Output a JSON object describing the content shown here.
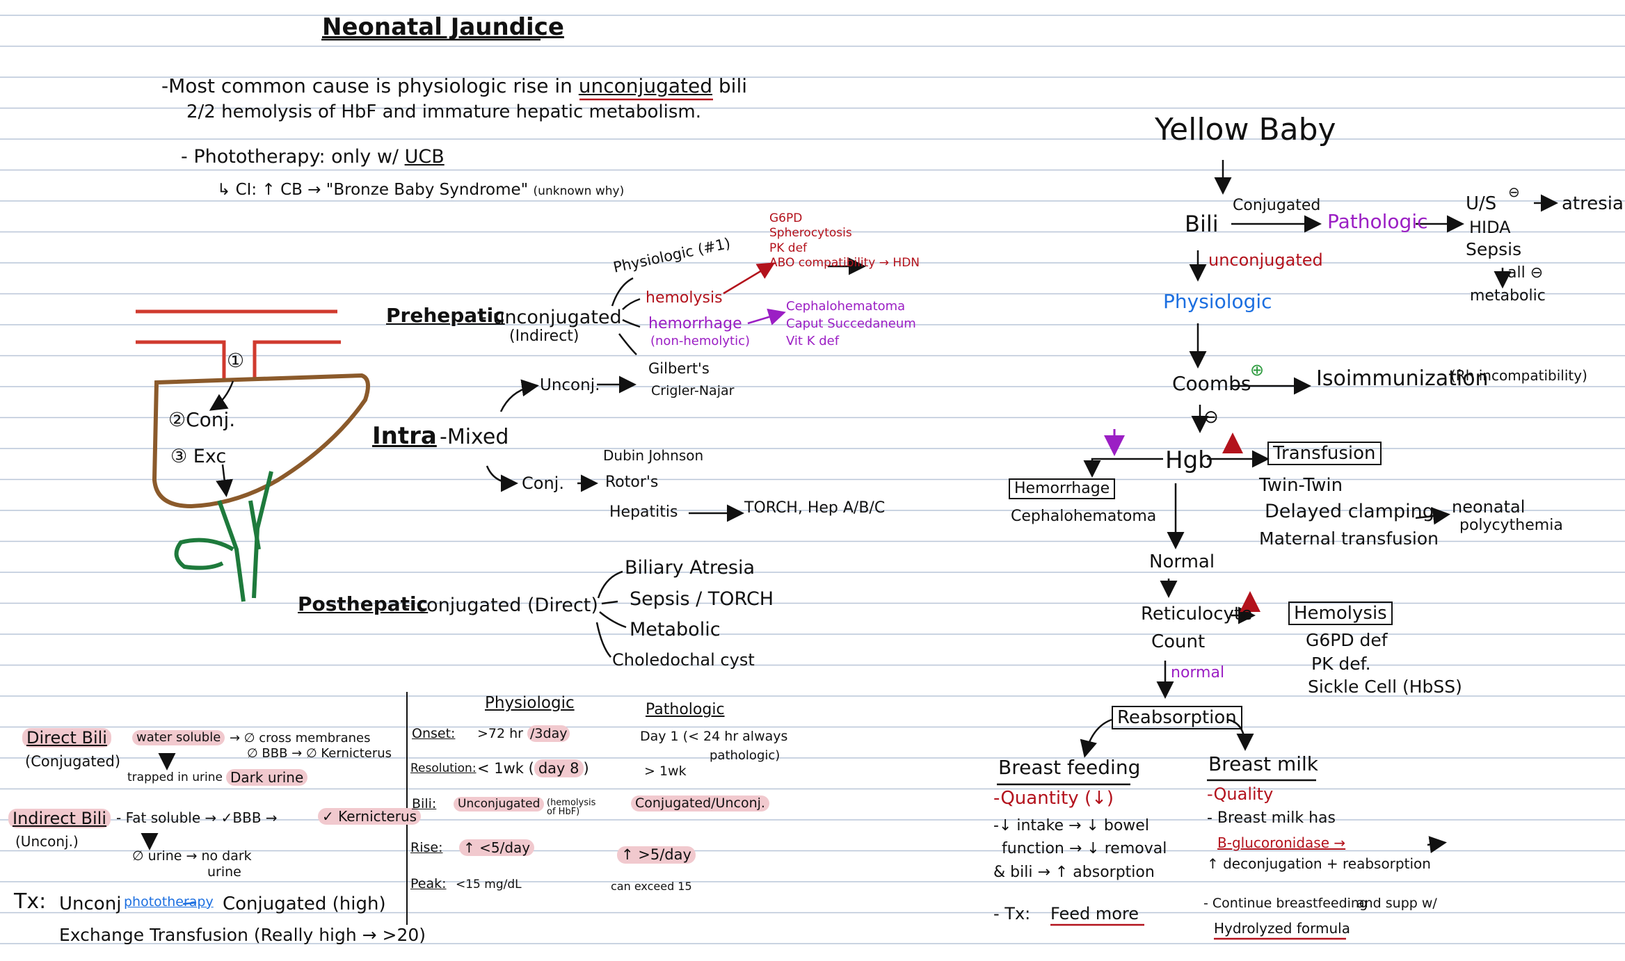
{
  "title": "Neonatal Jaundice",
  "intro": {
    "line1_pre": "-Most common cause is physiologic rise in ",
    "line1_u": "unconjugated",
    "line1_post": " bili",
    "line2": "2/2 hemolysis of HbF and immature hepatic metabolism.",
    "photo_pre": "- Phototherapy: only w/ ",
    "photo_u": "UCB",
    "ci": "↳ CI: ↑ CB → \"Bronze Baby Syndrome\"",
    "ci_note": "(unknown why)"
  },
  "liver": {
    "step1": "①",
    "step2": "②Conj.",
    "step3": "③ Exc"
  },
  "prehepatic": {
    "label": "Prehepatic",
    "dash": "- unconjugated",
    "indirect": "(Indirect)",
    "physiologic": "Physiologic (#1)",
    "hemolysis": "hemolysis",
    "hemolysis_causes": [
      "G6PD",
      "Spherocytosis",
      "PK def",
      "ABO compatibility → HDN"
    ],
    "hemorrhage": "hemorrhage",
    "non_hemolytic": "(non-hemolytic)",
    "hemorrhage_causes": [
      "Cephalohematoma",
      "Caput Succedaneum",
      "Vit K def"
    ],
    "gilbert": "Gilbert's",
    "crigler": "Crigler-Najar"
  },
  "intrahepatic": {
    "label": "Intra",
    "mixed": "-Mixed",
    "unconj": "Unconj.",
    "conj": "Conj.",
    "dubin": "Dubin Johnson",
    "rotor": "Rotor's",
    "hepatitis": "Hepatitis",
    "torch": "TORCH, Hep A/B/C"
  },
  "posthepatic": {
    "label": "Posthepatic",
    "dash": "- conjugated (Direct)",
    "causes": [
      "Biliary Atresia",
      "Sepsis / TORCH",
      "Metabolic",
      "Choledochal cyst"
    ]
  },
  "bili_types": {
    "direct": "Direct Bili",
    "direct_sub": "(Conjugated)",
    "water_soluble": "water soluble",
    "cross": "→ ∅ cross membranes",
    "bbb": "∅ BBB → ∅ Kernicterus",
    "trapped": "trapped in urine →",
    "dark_urine": "Dark urine",
    "indirect": "Indirect Bili",
    "indirect_sub": "(Unconj.)",
    "fat_soluble": "- Fat soluble → ✓BBB →",
    "kernicterus": "✓ Kernicterus",
    "no_urine": "∅ urine → no dark",
    "urine": "urine",
    "tx": "Tx:",
    "tx_unconj": "Unconj",
    "phototherapy": "phototherapy",
    "tx_conj": "Conjugated (high)",
    "exchange": "Exchange Transfusion (Really high → >20)"
  },
  "table": {
    "col_phys": "Physiologic",
    "col_path": "Pathologic",
    "rows": [
      {
        "label": "Onset:",
        "phys": ">72 hr /3day",
        "path": "Day 1 (< 24 hr always",
        "path2": "pathologic)"
      },
      {
        "label": "Resolution:",
        "phys": "< 1wk (day 8)",
        "path": "> 1wk",
        "path2": ""
      },
      {
        "label": "Bili:",
        "phys": "Unconjugated",
        "phys_note": "(hemolysis of HbF)",
        "path": "Conjugated/Unconj.",
        "path2": ""
      },
      {
        "label": "Rise:",
        "phys": "↑ <5/day",
        "path": "↑ >5/day",
        "path2": ""
      },
      {
        "label": "Peak:",
        "phys": "<15 mg/dL",
        "path": "can exceed 15",
        "path2": ""
      }
    ]
  },
  "flow": {
    "yellow_baby": "Yellow Baby",
    "bili": "Bili",
    "conjugated": "Conjugated",
    "pathologic": "Pathologic",
    "us": "U/S",
    "atresia": "atresia",
    "hida": "HIDA",
    "sepsis": "Sepsis",
    "all_neg": "all ⊖",
    "metabolic": "metabolic",
    "unconjugated": "unconjugated",
    "physiologic": "Physiologic",
    "coombs": "Coombs",
    "plus": "⊕",
    "isoimmunization": "Isoimmunization",
    "rh": "(Rh incompatibility)",
    "minus": "⊖",
    "hgb": "Hgb",
    "hemorrhage": "Hemorrhage",
    "cephalohematoma": "Cephalohematoma",
    "transfusion": "Transfusion",
    "twin": "Twin-Twin",
    "delayed": "Delayed clamping",
    "maternal": "Maternal transfusion",
    "neonatal": "neonatal",
    "polycythemia": "polycythemia",
    "normal": "Normal",
    "reticulocyte": "Reticulocyte",
    "count": "Count",
    "hemolysis": "Hemolysis",
    "hemolysis_causes": [
      "G6PD def",
      "PK def.",
      "Sickle Cell (HbSS)"
    ],
    "normal2": "normal",
    "reabsorption": "Reabsorption",
    "breast_feeding": "Breast feeding",
    "quantity": "-Quantity (↓)",
    "bf_1": "-↓ intake → ↓ bowel",
    "bf_2": "function → ↓ removal",
    "bf_3": "& bili → ↑ absorption",
    "bf_tx": "- Tx:",
    "feed_more": "Feed more",
    "breast_milk": "Breast milk",
    "quality": "-Quality",
    "bm_1": "- Breast milk has",
    "bm_2": "B-glucoronidase →",
    "bm_3": "↑ deconjugation + reabsorption",
    "bm_4": "- Continue breastfeeding",
    "bm_4b": "and supp w/",
    "bm_5": "Hydrolyzed formula"
  },
  "colors": {
    "line": "#b9c6d8",
    "red": "#b3121c",
    "purple": "#9b1fc4",
    "blue": "#1c6fe0",
    "brown": "#8b5a2b",
    "green": "#1e7a3c",
    "highlight": "#f1c9ce"
  }
}
